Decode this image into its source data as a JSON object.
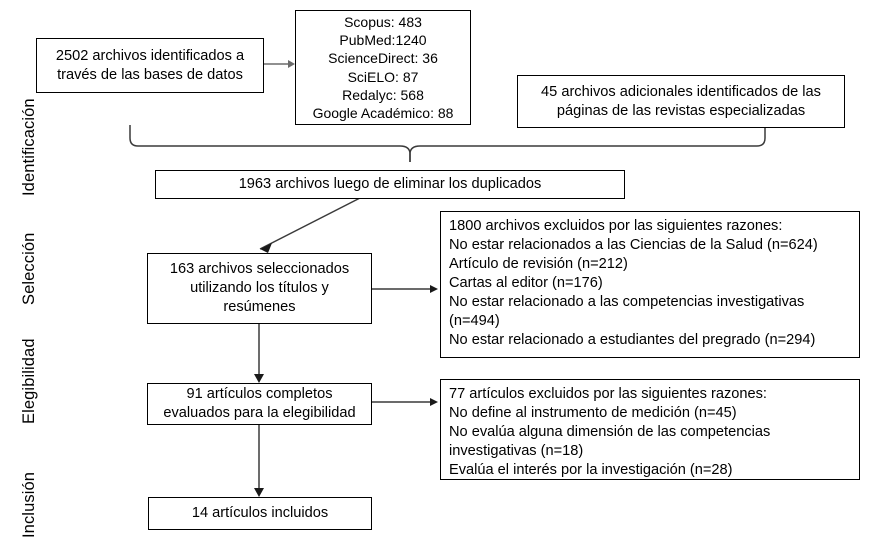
{
  "diagram": {
    "title": "PRISMA flow diagram",
    "line_color": "#3a3a3a",
    "box_border_color": "#000000",
    "background": "#ffffff"
  },
  "stages": [
    {
      "id": "identificacion",
      "label": "Identificación"
    },
    {
      "id": "seleccion",
      "label": "Selección"
    },
    {
      "id": "elegibilidad",
      "label": "Elegibilidad"
    },
    {
      "id": "inclusion",
      "label": "Inclusión"
    }
  ],
  "boxes": {
    "records_identified": {
      "lines": [
        "2502 archivos identificados a",
        "través de las bases de datos"
      ]
    },
    "databases": {
      "lines": [
        "Scopus: 483",
        "PubMed:1240",
        "ScienceDirect: 36",
        "SciELO: 87",
        "Redalyc: 568",
        "Google Académico: 88"
      ]
    },
    "additional_records": {
      "lines": [
        "45 archivos adicionales identificados de las",
        "páginas de las revistas especializadas"
      ]
    },
    "after_duplicates": {
      "lines": [
        "1963 archivos luego de eliminar los duplicados"
      ]
    },
    "screened": {
      "lines": [
        "163 archivos seleccionados",
        "utilizando los títulos y",
        "resúmenes"
      ]
    },
    "excluded_screening": {
      "lines": [
        "1800 archivos excluidos por las siguientes razones:",
        "No estar relacionados a las Ciencias de la Salud (n=624)",
        "Artículo de revisión (n=212)",
        "Cartas al editor (n=176)",
        "No estar relacionado a las competencias investigativas",
        "(n=494)",
        "No estar relacionado a estudiantes del pregrado (n=294)"
      ]
    },
    "full_text_assessed": {
      "lines": [
        "91  artículos completos",
        "evaluados para la elegibilidad"
      ]
    },
    "excluded_eligibility": {
      "lines": [
        "77 artículos excluidos por las siguientes razones:",
        "No define al instrumento de medición (n=45)",
        "No evalúa alguna dimensión  de las competencias",
        "investigativas (n=18)",
        "Evalúa el interés por la investigación (n=28)"
      ]
    },
    "included": {
      "lines": [
        "14  artículos incluidos"
      ]
    }
  },
  "chart_data": {
    "type": "flowchart",
    "title": "PRISMA flow diagram",
    "nodes": [
      {
        "id": "records_identified",
        "stage": "Identificación",
        "count": 2502,
        "text": "2502 archivos identificados a través de las bases de datos"
      },
      {
        "id": "databases",
        "stage": "Identificación",
        "breakdown": [
          {
            "source": "Scopus",
            "n": 483
          },
          {
            "source": "PubMed",
            "n": 1240
          },
          {
            "source": "ScienceDirect",
            "n": 36
          },
          {
            "source": "SciELO",
            "n": 87
          },
          {
            "source": "Redalyc",
            "n": 568
          },
          {
            "source": "Google Académico",
            "n": 88
          }
        ]
      },
      {
        "id": "additional_records",
        "stage": "Identificación",
        "count": 45,
        "text": "45 archivos adicionales identificados de las páginas de las revistas especializadas"
      },
      {
        "id": "after_duplicates",
        "stage": "Identificación",
        "count": 1963,
        "text": "1963 archivos luego de eliminar los duplicados"
      },
      {
        "id": "screened",
        "stage": "Selección",
        "count": 163,
        "text": "163 archivos seleccionados utilizando los títulos y resúmenes"
      },
      {
        "id": "excluded_screening",
        "stage": "Selección",
        "count": 1800,
        "reasons": [
          {
            "reason": "No estar relacionados a las Ciencias de la Salud",
            "n": 624
          },
          {
            "reason": "Artículo de revisión",
            "n": 212
          },
          {
            "reason": "Cartas al editor",
            "n": 176
          },
          {
            "reason": "No estar relacionado a las competencias investigativas",
            "n": 494
          },
          {
            "reason": "No estar relacionado a estudiantes del pregrado",
            "n": 294
          }
        ]
      },
      {
        "id": "full_text_assessed",
        "stage": "Elegibilidad",
        "count": 91,
        "text": "91 artículos completos evaluados para la elegibilidad"
      },
      {
        "id": "excluded_eligibility",
        "stage": "Elegibilidad",
        "count": 77,
        "reasons": [
          {
            "reason": "No define al instrumento de medición",
            "n": 45
          },
          {
            "reason": "No evalúa alguna dimensión de las competencias investigativas",
            "n": 18
          },
          {
            "reason": "Evalúa el interés por la investigación",
            "n": 28
          }
        ]
      },
      {
        "id": "included",
        "stage": "Inclusión",
        "count": 14,
        "text": "14 artículos incluidos"
      }
    ],
    "edges": [
      {
        "from": "records_identified",
        "to": "databases",
        "type": "arrow"
      },
      {
        "from": "records_identified",
        "to": "after_duplicates",
        "type": "brace"
      },
      {
        "from": "additional_records",
        "to": "after_duplicates",
        "type": "brace"
      },
      {
        "from": "after_duplicates",
        "to": "screened",
        "type": "arrow"
      },
      {
        "from": "screened",
        "to": "excluded_screening",
        "type": "arrow"
      },
      {
        "from": "screened",
        "to": "full_text_assessed",
        "type": "arrow"
      },
      {
        "from": "full_text_assessed",
        "to": "excluded_eligibility",
        "type": "arrow"
      },
      {
        "from": "full_text_assessed",
        "to": "included",
        "type": "arrow"
      }
    ]
  }
}
